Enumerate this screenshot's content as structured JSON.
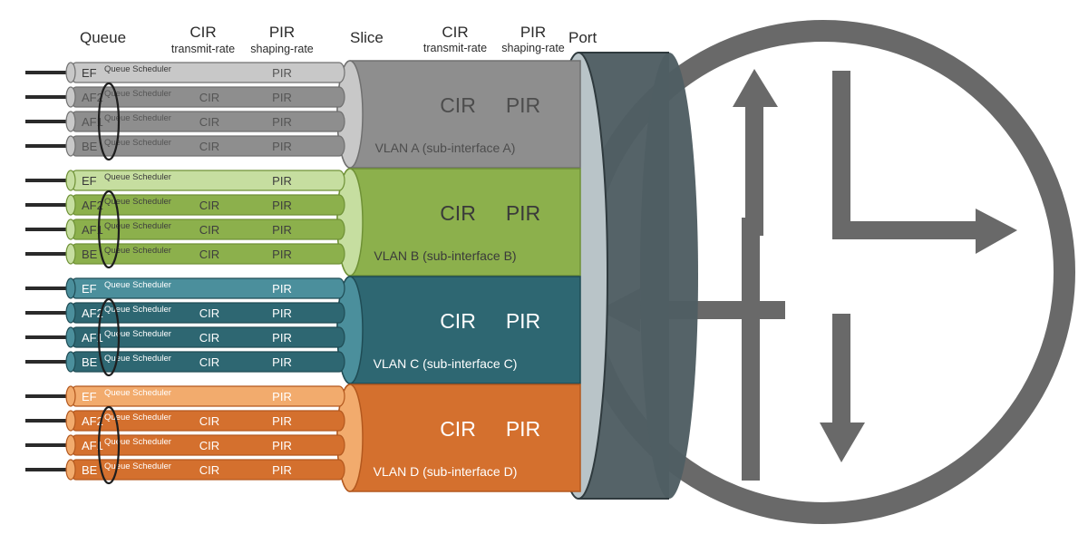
{
  "headers": {
    "queue": "Queue",
    "queue_cir": "CIR",
    "queue_cir_sub": "transmit-rate",
    "queue_pir": "PIR",
    "queue_pir_sub": "shaping-rate",
    "slice": "Slice",
    "slice_cir": "CIR",
    "slice_cir_sub": "transmit-rate",
    "slice_pir": "PIR",
    "slice_pir_sub": "shaping-rate",
    "port": "Port"
  },
  "vlans": [
    {
      "name": "VLAN A (sub-interface A)",
      "cir": "CIR",
      "pir": "PIR",
      "colors": {
        "dark": "#8e8e8e",
        "light": "#c8c8c8",
        "rim": "#707070",
        "text": "#555555",
        "vtext": "#4d4d4d"
      },
      "queues": [
        {
          "name": "EF",
          "scheduler": "Queue Scheduler",
          "cir": "",
          "pir": "PIR"
        },
        {
          "name": "AF2",
          "scheduler": "Queue Scheduler",
          "cir": "CIR",
          "pir": "PIR"
        },
        {
          "name": "AF1",
          "scheduler": "Queue Scheduler",
          "cir": "CIR",
          "pir": "PIR"
        },
        {
          "name": "BE",
          "scheduler": "Queue Scheduler",
          "cir": "CIR",
          "pir": "PIR"
        }
      ]
    },
    {
      "name": "VLAN B (sub-interface B)",
      "cir": "CIR",
      "pir": "PIR",
      "colors": {
        "dark": "#8cb04c",
        "light": "#c6dea0",
        "rim": "#6f9136",
        "text": "#3e3e3e",
        "vtext": "#3a3a3a"
      },
      "queues": [
        {
          "name": "EF",
          "scheduler": "Queue Scheduler",
          "cir": "",
          "pir": "PIR"
        },
        {
          "name": "AF2",
          "scheduler": "Queue Scheduler",
          "cir": "CIR",
          "pir": "PIR"
        },
        {
          "name": "AF1",
          "scheduler": "Queue Scheduler",
          "cir": "CIR",
          "pir": "PIR"
        },
        {
          "name": "BE",
          "scheduler": "Queue Scheduler",
          "cir": "CIR",
          "pir": "PIR"
        }
      ]
    },
    {
      "name": "VLAN C (sub-interface C)",
      "cir": "CIR",
      "pir": "PIR",
      "colors": {
        "dark": "#2e6772",
        "light": "#4b8f9c",
        "rim": "#1f4c55",
        "text": "#ffffff",
        "vtext": "#ffffff"
      },
      "queues": [
        {
          "name": "EF",
          "scheduler": "Queue Scheduler",
          "cir": "",
          "pir": "PIR"
        },
        {
          "name": "AF2",
          "scheduler": "Queue Scheduler",
          "cir": "CIR",
          "pir": "PIR"
        },
        {
          "name": "AF1",
          "scheduler": "Queue Scheduler",
          "cir": "CIR",
          "pir": "PIR"
        },
        {
          "name": "BE",
          "scheduler": "Queue Scheduler",
          "cir": "CIR",
          "pir": "PIR"
        }
      ]
    },
    {
      "name": "VLAN D (sub-interface D)",
      "cir": "CIR",
      "pir": "PIR",
      "colors": {
        "dark": "#d4702e",
        "light": "#f2ab6d",
        "rim": "#b3581e",
        "text": "#ffffff",
        "vtext": "#ffffff"
      },
      "queues": [
        {
          "name": "EF",
          "scheduler": "Queue Scheduler",
          "cir": "",
          "pir": "PIR"
        },
        {
          "name": "AF2",
          "scheduler": "Queue Scheduler",
          "cir": "CIR",
          "pir": "PIR"
        },
        {
          "name": "AF1",
          "scheduler": "Queue Scheduler",
          "cir": "CIR",
          "pir": "PIR"
        },
        {
          "name": "BE",
          "scheduler": "Queue Scheduler",
          "cir": "CIR",
          "pir": "PIR"
        }
      ]
    }
  ],
  "port_color": "#4f5e63",
  "router_icon": "router-arrows-icon",
  "router_color": "#5e5e5e"
}
